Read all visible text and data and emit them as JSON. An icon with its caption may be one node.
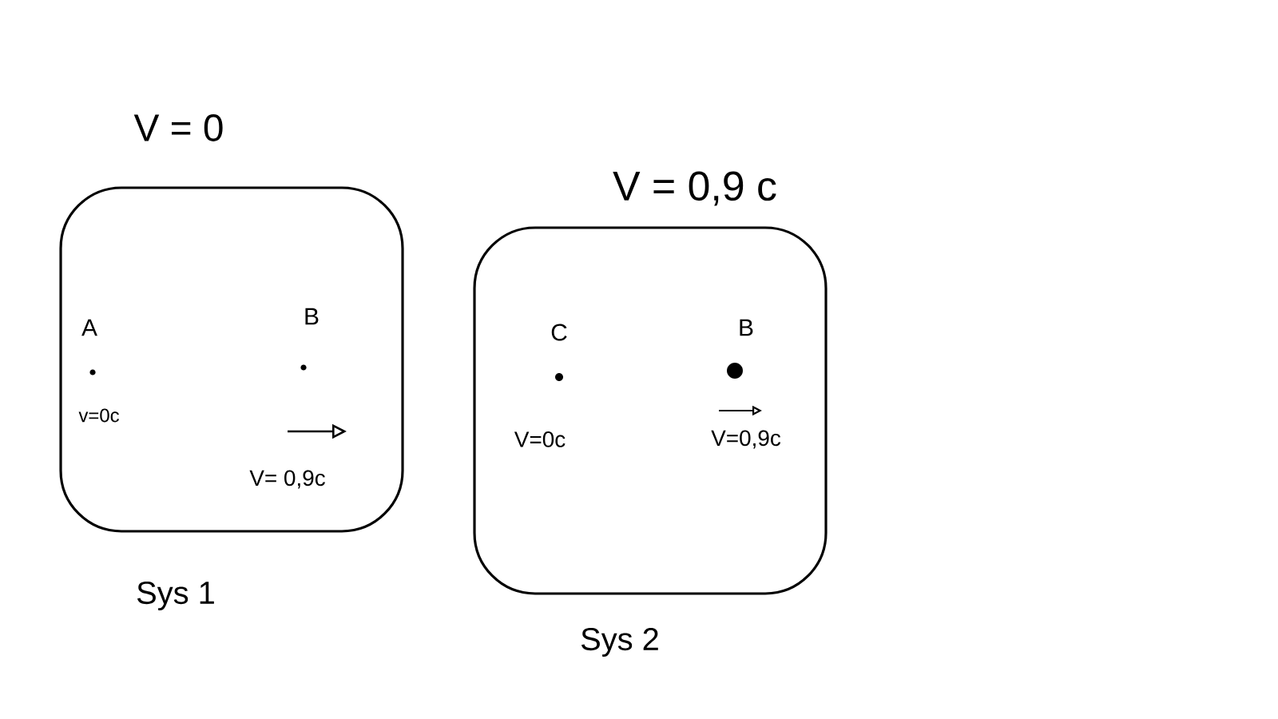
{
  "diagram": {
    "nodes": [
      {
        "text": [
          "V = 0",
          "Sys 1"
        ]
      },
      {
        "text": [
          "A",
          "v=0c"
        ],
        "in": 0
      },
      {
        "text": [
          "B",
          "V= 0,9c"
        ],
        "in": 0
      },
      {
        "text": [
          "V = 0,9 c",
          "Sys 2"
        ]
      },
      {
        "text": [
          "C",
          "V=0c"
        ],
        "in": 3
      },
      {
        "text": [
          "B",
          "V=0,9c"
        ],
        "in": 3
      }
    ],
    "edges": []
  }
}
